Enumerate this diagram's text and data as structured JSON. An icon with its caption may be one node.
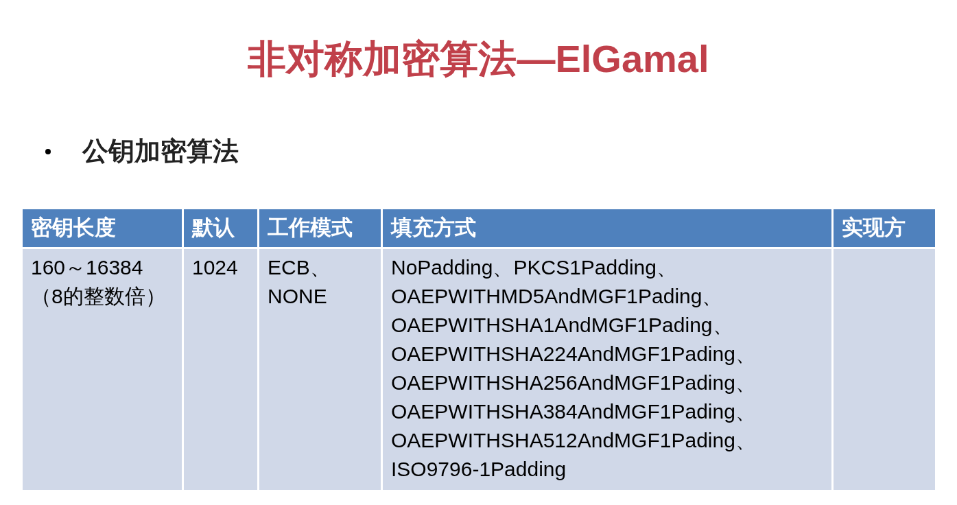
{
  "diagram": {
    "title": "非对称加密算法—ElGamal",
    "labels": [
      "公钥加密算法",
      "密钥长度",
      "默认",
      "工作模式",
      "填充方式",
      "实现方",
      "160～16384（8的整数倍）",
      "1024",
      "ECB、NONE",
      "NoPadding、PKCS1Padding、OAEPWITHMD5AndMGF1Pading、OAEPWITHSHA1AndMGF1Pading、OAEPWITHSHA224AndMGF1Pading、OAEPWITHSHA256AndMGF1Pading、OAEPWITHSHA384AndMGF1Pading、OAEPWITHSHA512AndMGF1Pading、ISO9796-1Padding"
    ]
  }
}
